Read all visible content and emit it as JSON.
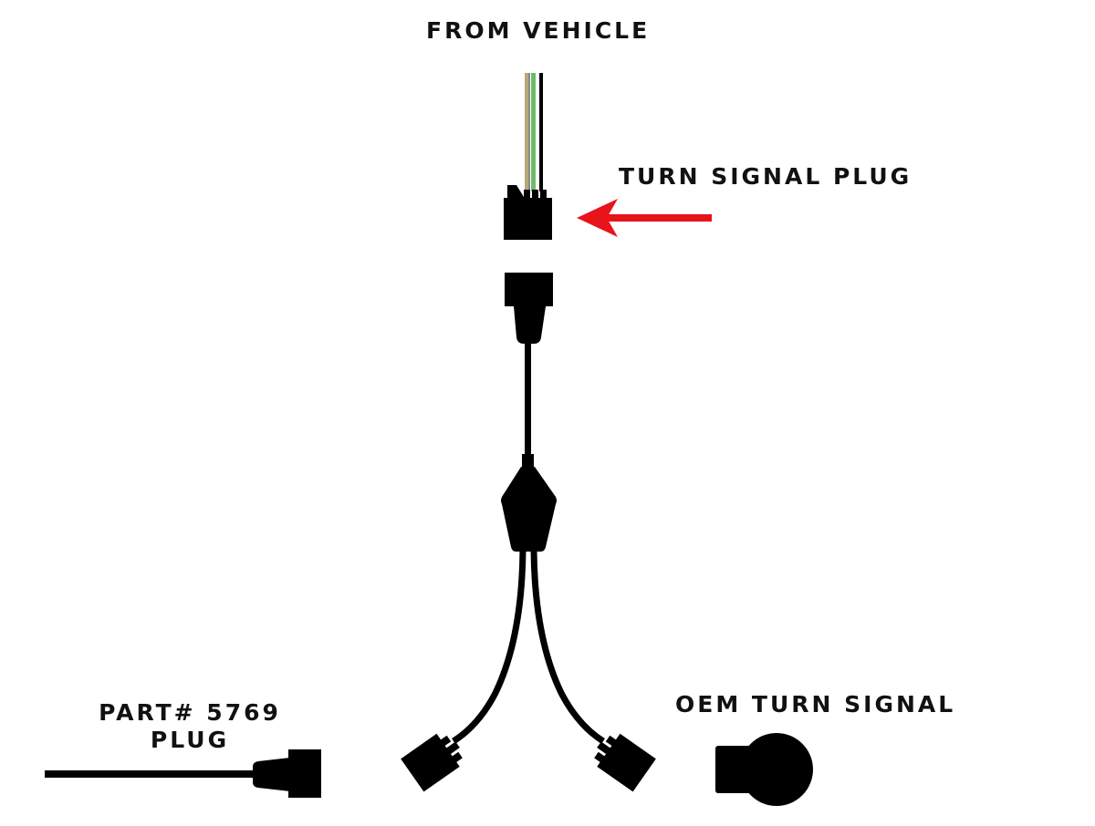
{
  "diagram": {
    "labels": {
      "from_vehicle": "FROM VEHICLE",
      "turn_signal_plug": "TURN SIGNAL PLUG",
      "part_plug_line1": "PART# 5769",
      "part_plug_line2": "PLUG",
      "oem_turn_signal": "OEM TURN SIGNAL"
    },
    "colors": {
      "ink": "#000000",
      "arrow": "#e8141b",
      "wire_tan": "#b8a87a",
      "wire_green": "#6dbb6a",
      "wire_black": "#000000",
      "background": "#ffffff"
    },
    "components": [
      "vehicle-wires",
      "turn-signal-plug",
      "harness-input-connector",
      "harness-splitter",
      "harness-branch-left-connector",
      "harness-branch-right-connector",
      "part-5769-plug",
      "oem-turn-signal"
    ]
  }
}
